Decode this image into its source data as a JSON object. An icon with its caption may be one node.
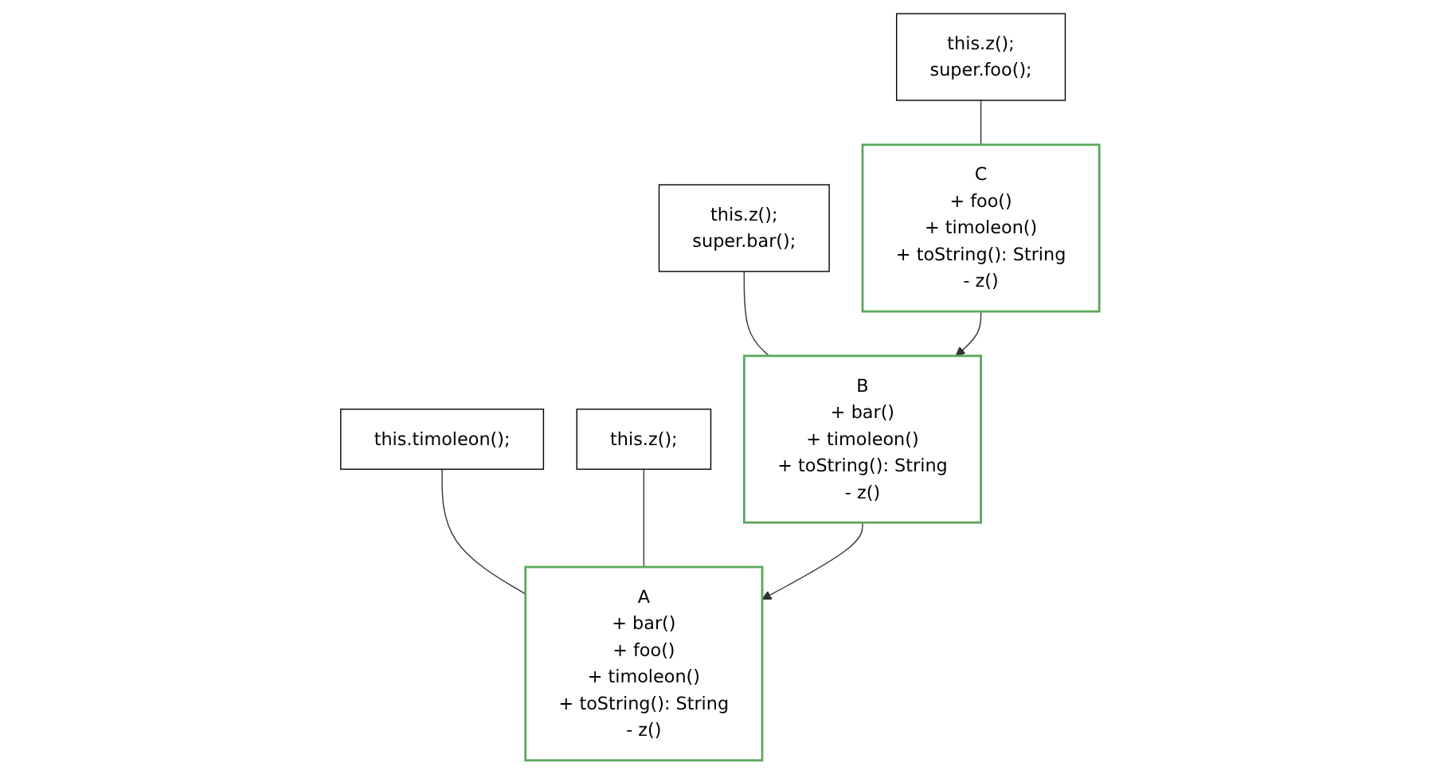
{
  "diagram": {
    "nodes": [
      {
        "text": [
          "A",
          "+ bar()",
          "+ foo()",
          "+ timoleon()",
          "+ toString(): String",
          "- z()"
        ]
      },
      {
        "text": [
          "this.timoleon();"
        ]
      },
      {
        "text": [
          "this.z();"
        ]
      },
      {
        "text": [
          "B",
          "+ bar()",
          "+ timoleon()",
          "+ toString(): String",
          "- z()"
        ]
      },
      {
        "text": [
          "this.z();",
          "super.bar();"
        ]
      },
      {
        "text": [
          "C",
          "+ foo()",
          "+ timoleon()",
          "+ toString(): String",
          "- z()"
        ]
      },
      {
        "text": [
          "this.z();",
          "super.foo();"
        ]
      }
    ],
    "edges": [
      {
        "from": 1,
        "to": 0,
        "arrow": "none"
      },
      {
        "from": 2,
        "to": 0,
        "arrow": "none"
      },
      {
        "from": 3,
        "to": 0,
        "arrow": "to"
      },
      {
        "from": 4,
        "to": 3,
        "arrow": "none"
      },
      {
        "from": 5,
        "to": 3,
        "arrow": "to"
      },
      {
        "from": 6,
        "to": 5,
        "arrow": "none"
      }
    ]
  }
}
